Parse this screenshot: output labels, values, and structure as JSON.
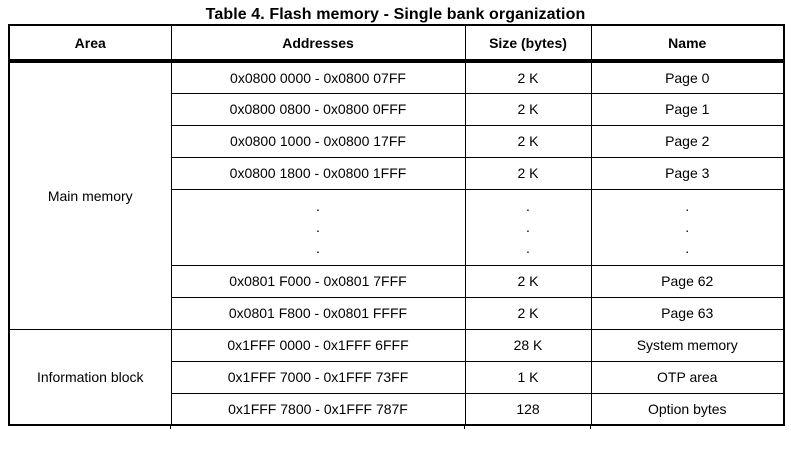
{
  "title": "Table 4. Flash memory - Single bank organization",
  "table": {
    "columns": [
      "Area",
      "Addresses",
      "Size (bytes)",
      "Name"
    ],
    "ellipsis_dot": ".",
    "sections": [
      {
        "area": "Main memory",
        "rows": [
          {
            "addresses": "0x0800 0000 - 0x0800 07FF",
            "size": "2 K",
            "name": "Page 0"
          },
          {
            "addresses": "0x0800 0800 - 0x0800 0FFF",
            "size": "2 K",
            "name": "Page 1"
          },
          {
            "addresses": "0x0800 1000 - 0x0800 17FF",
            "size": "2 K",
            "name": "Page 2"
          },
          {
            "addresses": "0x0800 1800 - 0x0800 1FFF",
            "size": "2 K",
            "name": "Page 3"
          },
          {
            "ellipsis": true
          },
          {
            "addresses": "0x0801 F000 - 0x0801 7FFF",
            "size": "2 K",
            "name": "Page 62"
          },
          {
            "addresses": "0x0801 F800 - 0x0801 FFFF",
            "size": "2 K",
            "name": "Page 63"
          }
        ]
      },
      {
        "area": "Information block",
        "rows": [
          {
            "addresses": "0x1FFF 0000 - 0x1FFF 6FFF",
            "size": "28 K",
            "name": "System memory"
          },
          {
            "addresses": "0x1FFF 7000 - 0x1FFF 73FF",
            "size": "1 K",
            "name": "OTP area"
          },
          {
            "addresses": "0x1FFF 7800 - 0x1FFF 787F",
            "size": "128",
            "name": "Option bytes"
          }
        ]
      }
    ]
  }
}
